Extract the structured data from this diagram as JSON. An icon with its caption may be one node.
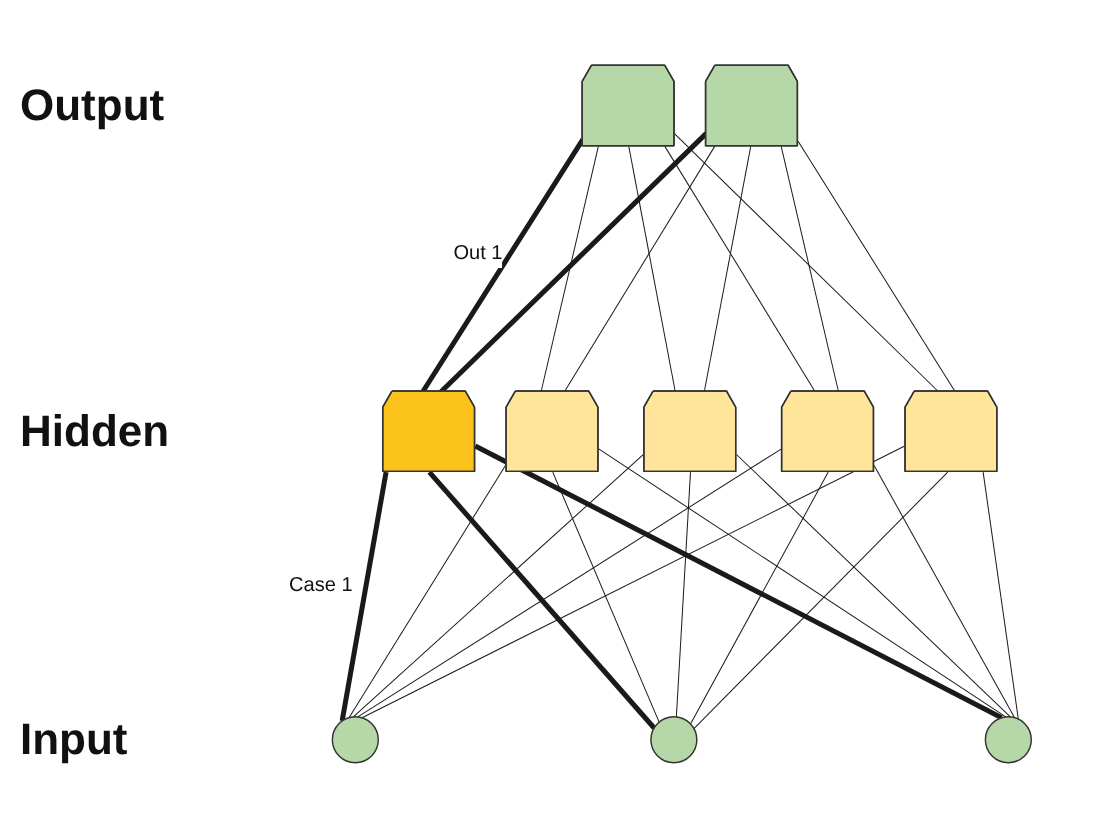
{
  "diagram": {
    "nodes": [
      {
        "text": [],
        "shape": "pentagon"
      },
      {
        "text": [],
        "shape": "pentagon"
      },
      {
        "text": [],
        "shape": "pentagon"
      },
      {
        "text": [],
        "shape": "pentagon"
      },
      {
        "text": [],
        "shape": "pentagon"
      },
      {
        "text": [],
        "shape": "pentagon"
      },
      {
        "text": [],
        "shape": "pentagon"
      },
      {
        "text": [],
        "shape": "circle"
      },
      {
        "text": [],
        "shape": "circle"
      },
      {
        "text": [],
        "shape": "circle"
      }
    ],
    "edges": [
      {
        "from": 0,
        "to": 2,
        "arrow": "none",
        "style": "thick",
        "label": "Out 1"
      },
      {
        "from": 0,
        "to": 3,
        "arrow": "none"
      },
      {
        "from": 0,
        "to": 4,
        "arrow": "none"
      },
      {
        "from": 0,
        "to": 5,
        "arrow": "none"
      },
      {
        "from": 0,
        "to": 6,
        "arrow": "none"
      },
      {
        "from": 1,
        "to": 2,
        "arrow": "none",
        "style": "thick"
      },
      {
        "from": 1,
        "to": 3,
        "arrow": "none"
      },
      {
        "from": 1,
        "to": 4,
        "arrow": "none"
      },
      {
        "from": 1,
        "to": 5,
        "arrow": "none"
      },
      {
        "from": 1,
        "to": 6,
        "arrow": "none"
      },
      {
        "from": 2,
        "to": 7,
        "arrow": "none",
        "style": "thick",
        "label": "Case 1"
      },
      {
        "from": 2,
        "to": 8,
        "arrow": "none",
        "style": "thick"
      },
      {
        "from": 2,
        "to": 9,
        "arrow": "none",
        "style": "thick"
      },
      {
        "from": 3,
        "to": 7,
        "arrow": "none"
      },
      {
        "from": 3,
        "to": 8,
        "arrow": "none"
      },
      {
        "from": 3,
        "to": 9,
        "arrow": "none"
      },
      {
        "from": 4,
        "to": 7,
        "arrow": "none"
      },
      {
        "from": 4,
        "to": 8,
        "arrow": "none"
      },
      {
        "from": 4,
        "to": 9,
        "arrow": "none"
      },
      {
        "from": 5,
        "to": 7,
        "arrow": "none"
      },
      {
        "from": 5,
        "to": 8,
        "arrow": "none"
      },
      {
        "from": 5,
        "to": 9,
        "arrow": "none"
      },
      {
        "from": 6,
        "to": 7,
        "arrow": "none"
      },
      {
        "from": 6,
        "to": 8,
        "arrow": "none"
      },
      {
        "from": 6,
        "to": 9,
        "arrow": "none"
      }
    ],
    "labels": [
      "Output",
      "Hidden",
      "Input"
    ]
  }
}
